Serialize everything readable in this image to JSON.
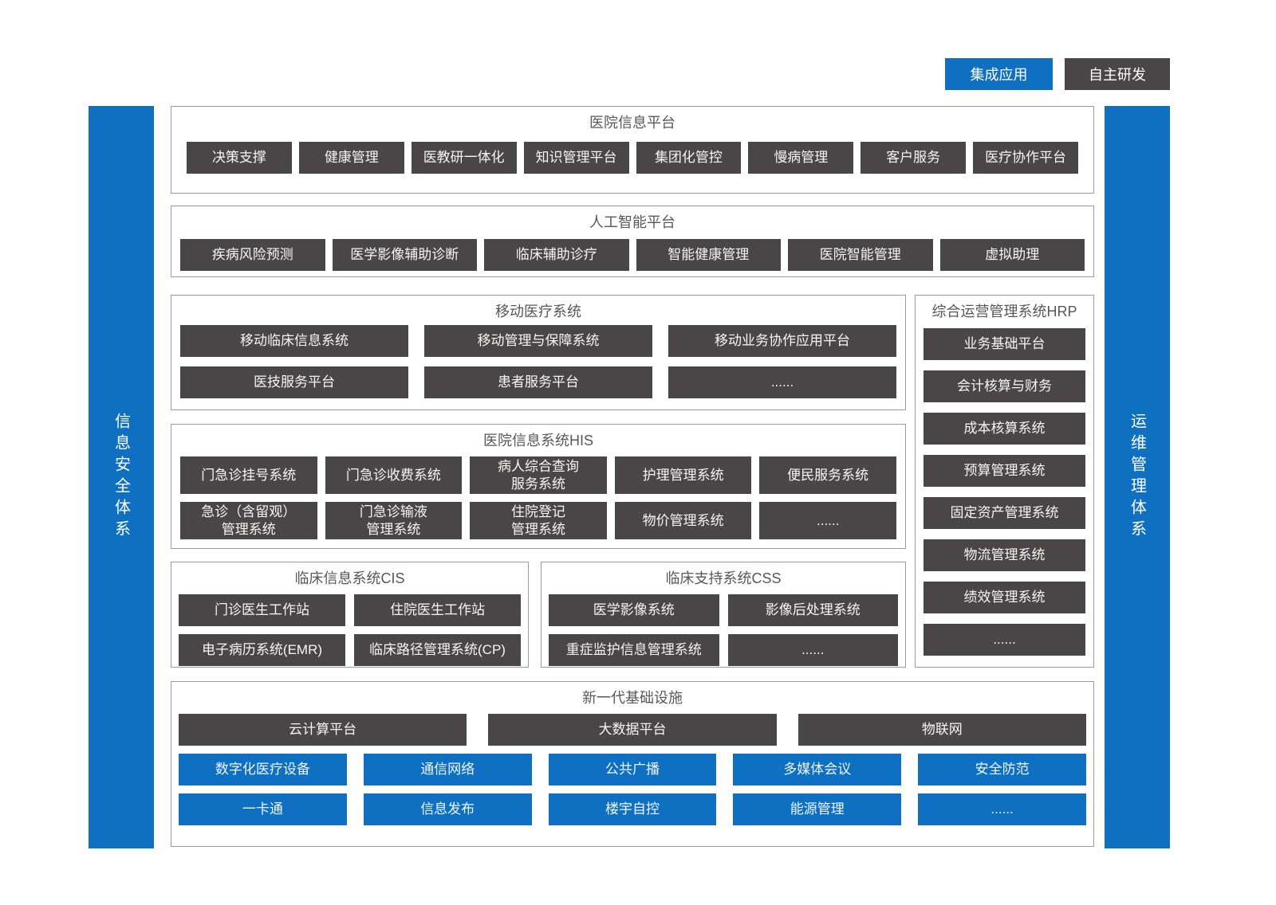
{
  "legend": {
    "integrated_label": "集成应用",
    "self_developed_label": "自主研发"
  },
  "sidebars": {
    "left_label": "信息安全体系",
    "right_label": "运维管理体系"
  },
  "colors": {
    "primary_blue": "#0f70c2",
    "dark_gray": "#4a4647",
    "section_border": "#9b9b9b",
    "title_text": "#595757"
  },
  "sections": {
    "hospital_info_platform": {
      "title": "医院信息平台",
      "items": [
        "决策支撑",
        "健康管理",
        "医教研一体化",
        "知识管理平台",
        "集团化管控",
        "慢病管理",
        "客户服务",
        "医疗协作平台"
      ]
    },
    "ai_platform": {
      "title": "人工智能平台",
      "items": [
        "疾病风险预测",
        "医学影像辅助诊断",
        "临床辅助诊疗",
        "智能健康管理",
        "医院智能管理",
        "虚拟助理"
      ]
    },
    "mobile_medical": {
      "title": "移动医疗系统",
      "rows": [
        [
          "移动临床信息系统",
          "移动管理与保障系统",
          "移动业务协作应用平台"
        ],
        [
          "医技服务平台",
          "患者服务平台",
          "......"
        ]
      ]
    },
    "hrp": {
      "title": "综合运营管理系统HRP",
      "items": [
        "业务基础平台",
        "会计核算与财务",
        "成本核算系统",
        "预算管理系统",
        "固定资产管理系统",
        "物流管理系统",
        "绩效管理系统",
        "......"
      ]
    },
    "his": {
      "title": "医院信息系统HIS",
      "rows": [
        [
          "门急诊挂号系统",
          "门急诊收费系统",
          "病人综合查询\n服务系统",
          "护理管理系统",
          "便民服务系统"
        ],
        [
          "急诊（含留观）\n管理系统",
          "门急诊输液\n管理系统",
          "住院登记\n管理系统",
          "物价管理系统",
          "......"
        ]
      ]
    },
    "cis": {
      "title": "临床信息系统CIS",
      "rows": [
        [
          "门诊医生工作站",
          "住院医生工作站"
        ],
        [
          "电子病历系统(EMR)",
          "临床路径管理系统(CP)"
        ]
      ]
    },
    "css_support": {
      "title": "临床支持系统CSS",
      "rows": [
        [
          "医学影像系统",
          "影像后处理系统"
        ],
        [
          "重症监护信息管理系统",
          "......"
        ]
      ]
    },
    "infrastructure": {
      "title": "新一代基础设施",
      "platform_row": [
        "云计算平台",
        "大数据平台",
        "物联网"
      ],
      "facility_rows": [
        [
          "数字化医疗设备",
          "通信网络",
          "公共广播",
          "多媒体会议",
          "安全防范"
        ],
        [
          "一卡通",
          "信息发布",
          "楼宇自控",
          "能源管理",
          "......"
        ]
      ]
    }
  }
}
